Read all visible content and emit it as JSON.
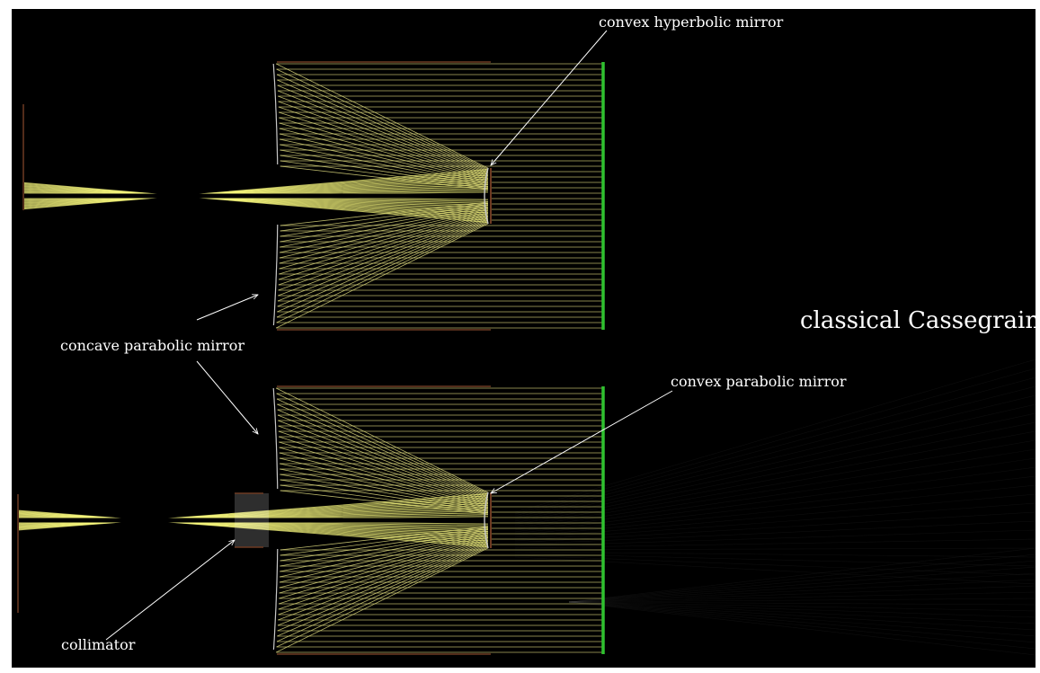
{
  "labels": {
    "convex_hyperbolic_mirror": "convex hyperbolic mirror",
    "classical_cassegrain": "classical Cassegrain",
    "concave_parabolic_mirror": "concave parabolic mirror",
    "convex_parabolic_mirror": "convex parabolic mirror",
    "collimator": "collimator"
  },
  "colors": {
    "background": "#000000",
    "rays": "#f2ee8a",
    "converging_beam": "#ffff80",
    "aperture_screen": "#2fc12f",
    "mirror_edge": "#c8c8c8",
    "tube": "#6e3a22",
    "annotation_arrow": "#ffffff"
  }
}
